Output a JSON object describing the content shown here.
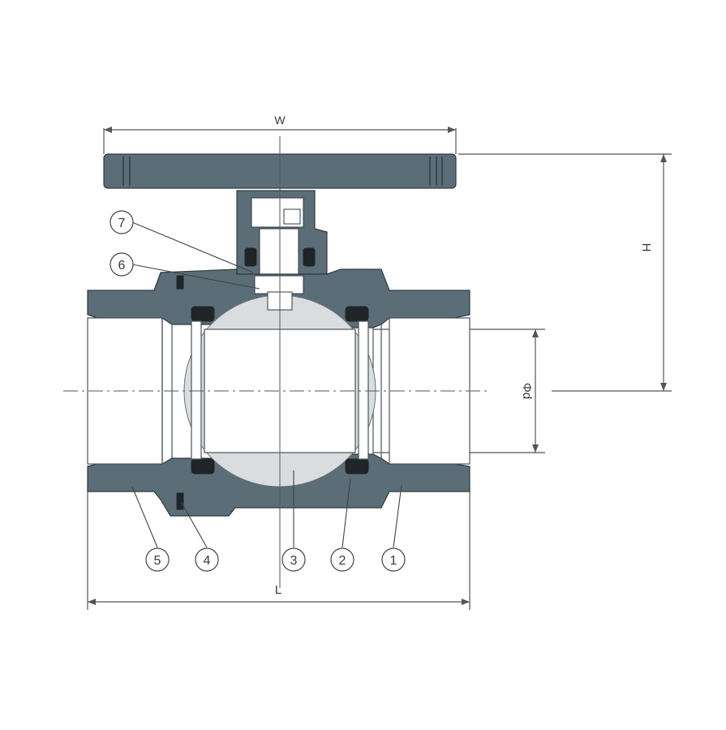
{
  "dimensions": {
    "width_label": "W",
    "height_label": "H",
    "bore_label": "Φd",
    "length_label": "L"
  },
  "callouts": [
    "1",
    "2",
    "3",
    "4",
    "5",
    "6",
    "7"
  ],
  "colors": {
    "body": "#5b6e77",
    "ball": "#d9dde0",
    "seal": "#1f2528",
    "lines": "#555555"
  }
}
